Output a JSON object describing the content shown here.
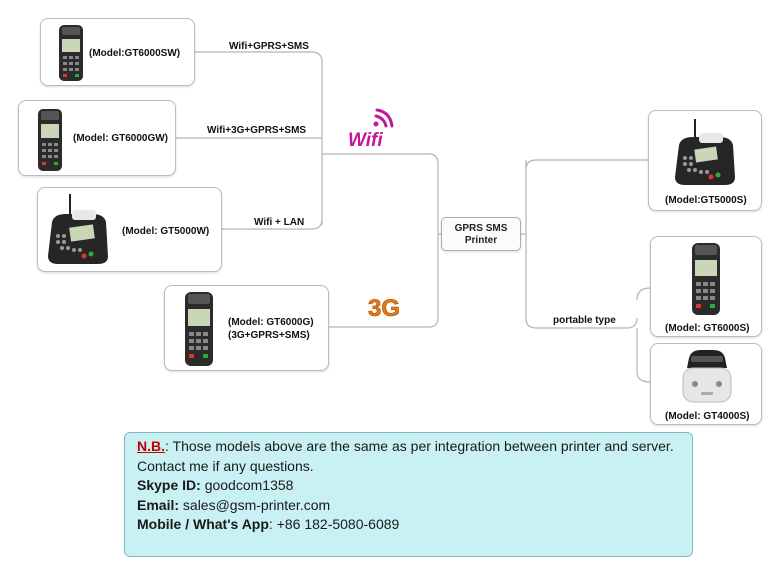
{
  "center": {
    "line1": "GPRS SMS",
    "line2": "Printer"
  },
  "branches": {
    "wifi_gprs_sms": "Wifi+GPRS+SMS",
    "wifi_3g_gprs_sms": "Wifi+3G+GPRS+SMS",
    "wifi_lan": "Wifi + LAN",
    "portable_type": "portable type"
  },
  "logos": {
    "wifi": "Wifi",
    "three_g": "3G"
  },
  "models": {
    "gt6000sw": "(Model:GT6000SW)",
    "gt6000gw": "(Model: GT6000GW)",
    "gt5000w": "(Model: GT5000W)",
    "gt6000g_line1": "(Model: GT6000G)",
    "gt6000g_line2": "(3G+GPRS+SMS)",
    "gt5000s": "(Model:GT5000S)",
    "gt6000s": "(Model: GT6000S)",
    "gt4000s": "(Model: GT4000S)"
  },
  "note": {
    "nb_label": "N.B.",
    "nb_text": ": Those models above are the same as per integration between printer and server.",
    "contact": "Contact me if any questions.",
    "skype_label": "Skype ID:",
    "skype_value": " goodcom1358",
    "email_label": "Email:",
    "email_value": " sales@gsm-printer.com",
    "mobile_label": "Mobile / What's App",
    "mobile_value": ": +86 182-5080-6089"
  },
  "colors": {
    "line": "#b0b4bc",
    "note_bg": "#c9f1f3",
    "nb": "#c00000",
    "wifi": "#c2189b",
    "three_g": "#e87818"
  }
}
